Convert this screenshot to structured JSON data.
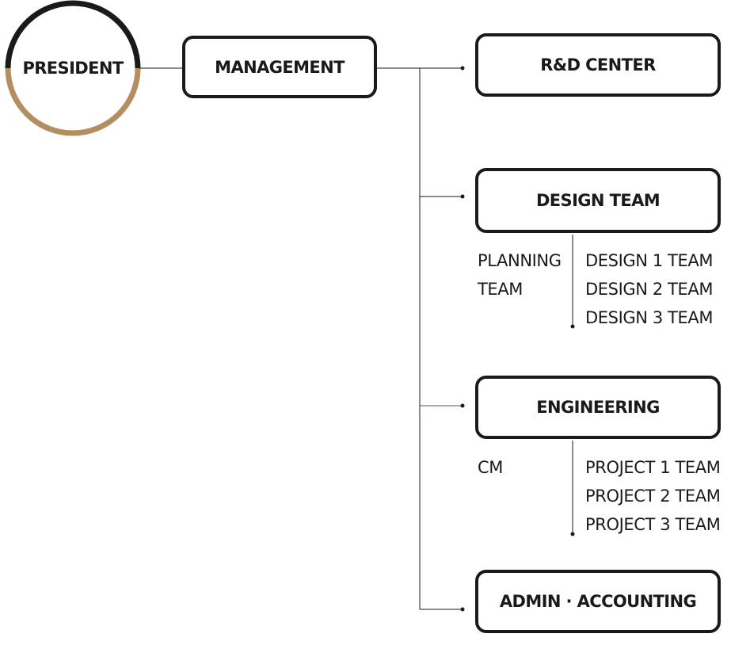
{
  "diagram": {
    "colors": {
      "outline": "#1a1a1a",
      "accent": "#b48d61",
      "connector": "#1a1a1a",
      "connector_highlight": "#44556e"
    },
    "president": {
      "label": "PRESIDENT"
    },
    "management": {
      "label": "MANAGEMENT"
    },
    "departments": [
      {
        "label": "R&D CENTER"
      },
      {
        "label": "DESIGN TEAM"
      },
      {
        "label": "ENGINEERING"
      },
      {
        "label": "ADMIN · ACCOUNTING"
      }
    ],
    "design_subteams": {
      "side": [
        "PLANNING",
        "TEAM"
      ],
      "items": [
        "DESIGN 1 TEAM",
        "DESIGN 2 TEAM",
        "DESIGN 3 TEAM"
      ]
    },
    "engineering_subteams": {
      "side": [
        "CM"
      ],
      "items": [
        "PROJECT 1 TEAM",
        "PROJECT 2 TEAM",
        "PROJECT 3 TEAM"
      ]
    }
  }
}
